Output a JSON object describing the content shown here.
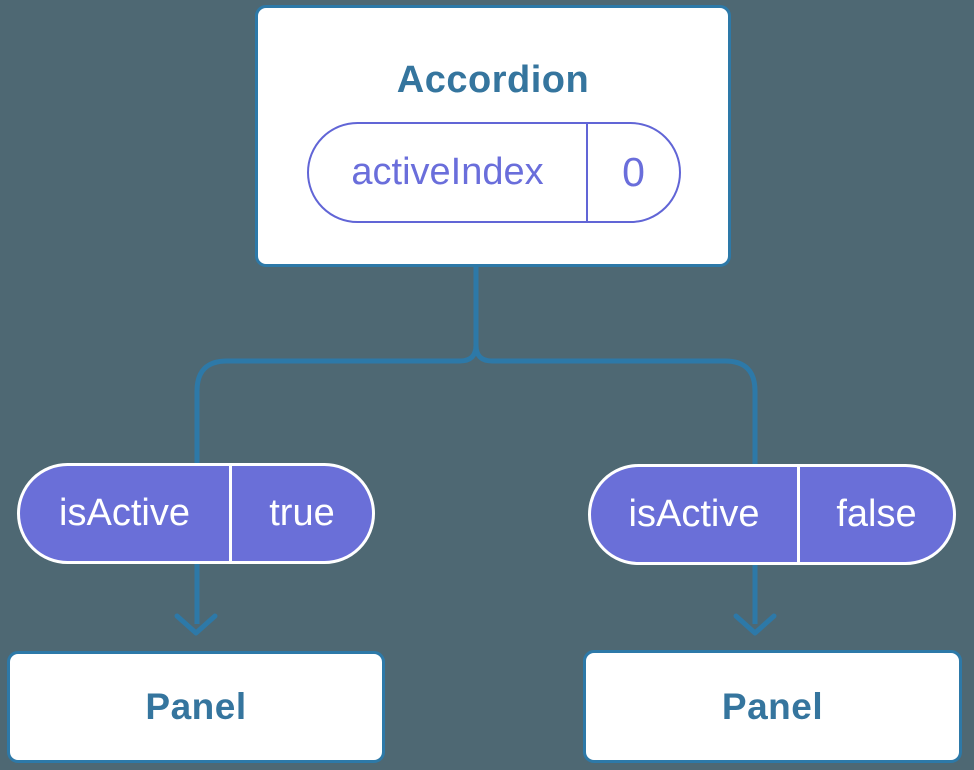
{
  "colors": {
    "background": "#4e6873",
    "line": "#2d79a8",
    "node_bg": "#ffffff",
    "node_text": "#35759e",
    "purple_fill": "#6a6fd8",
    "purple_line": "#6165d6",
    "purple_text": "#6a6edb",
    "pill_text_on_purple": "#ffffff"
  },
  "diagram": {
    "accordion": {
      "title": "Accordion",
      "state": {
        "name": "activeIndex",
        "value": "0"
      }
    },
    "children": [
      {
        "prop": {
          "name": "isActive",
          "value": "true"
        },
        "panel_label": "Panel"
      },
      {
        "prop": {
          "name": "isActive",
          "value": "false"
        },
        "panel_label": "Panel"
      }
    ]
  }
}
